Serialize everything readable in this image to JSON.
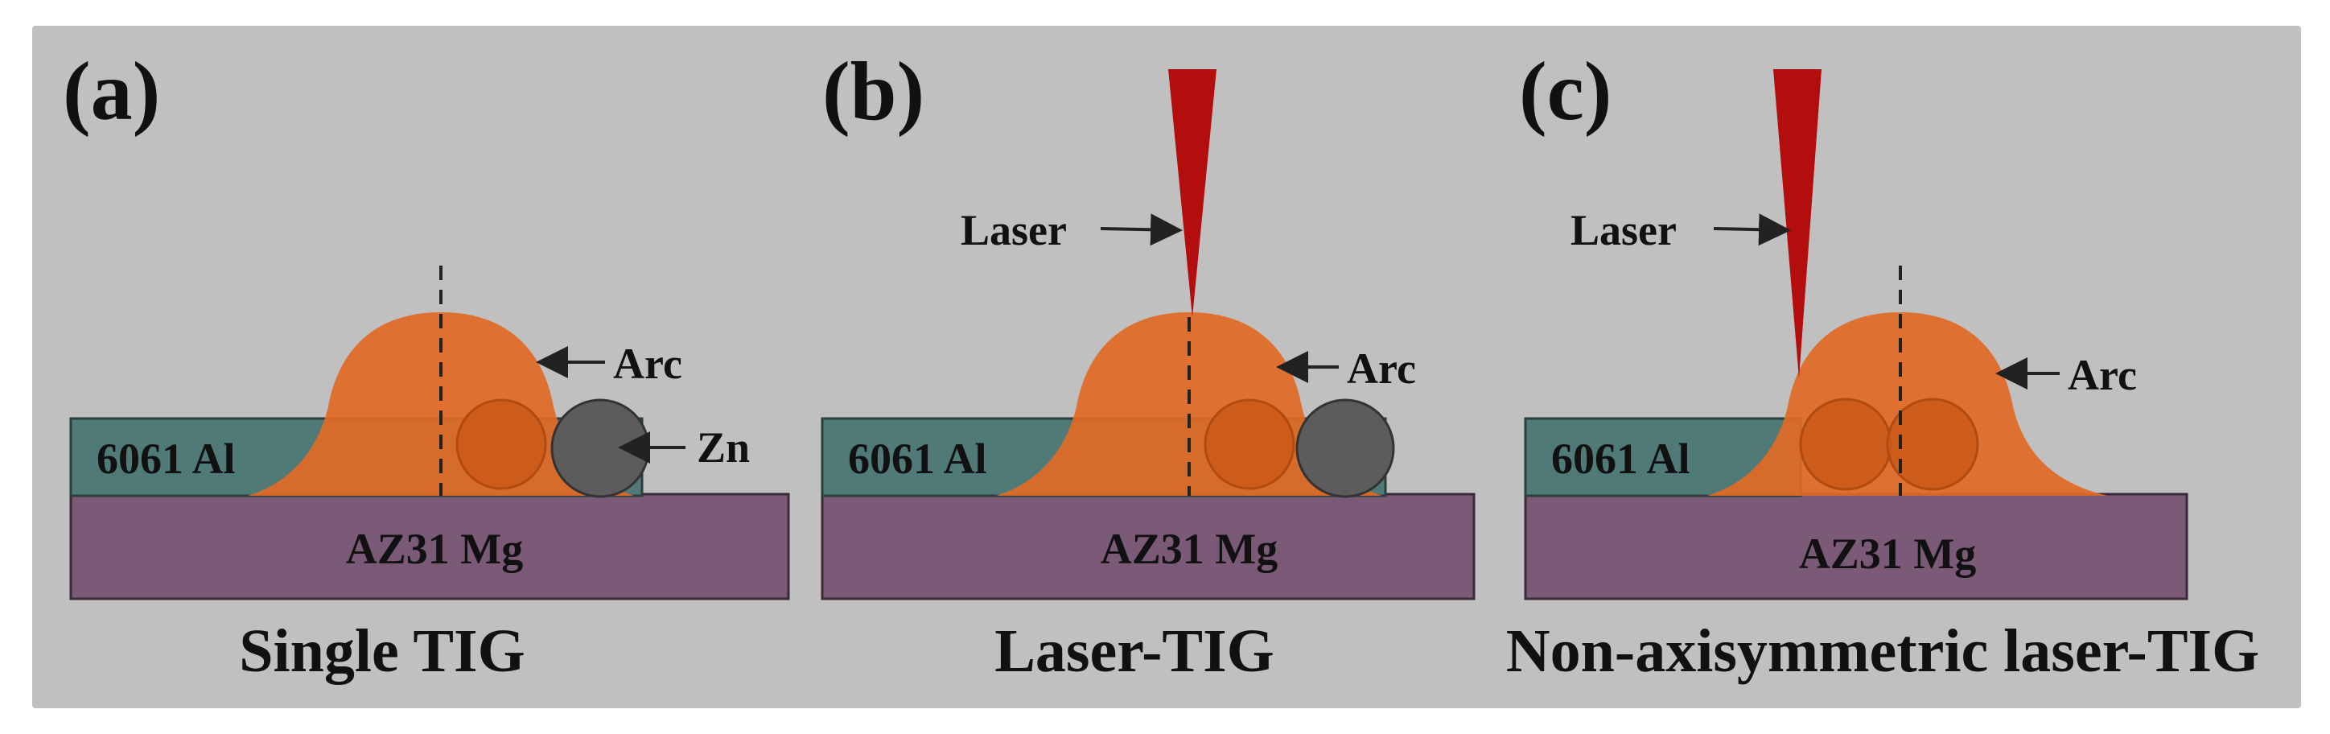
{
  "figure": {
    "background": "#c0c0c0",
    "colors": {
      "al_plate": "#4f7a78",
      "mg_plate": "#7b5a78",
      "arc": "#e06a26",
      "weld_pool": "#cc5a18",
      "zn_filler": "#5c5c5c",
      "laser": "#b40d0d"
    }
  },
  "panels": [
    {
      "label": "(a)",
      "caption": "Single TIG",
      "top_plate": "6061 Al",
      "bottom_plate": "AZ31 Mg",
      "arc_label": "Arc",
      "zn_label": "Zn"
    },
    {
      "label": "(b)",
      "caption": "Laser-TIG",
      "top_plate": "6061 Al",
      "bottom_plate": "AZ31 Mg",
      "arc_label": "Arc",
      "laser_label": "Laser"
    },
    {
      "label": "(c)",
      "caption": "Non-axisymmetric laser-TIG",
      "top_plate": "6061 Al",
      "bottom_plate": "AZ31 Mg",
      "arc_label": "Arc",
      "laser_label": "Laser"
    }
  ]
}
